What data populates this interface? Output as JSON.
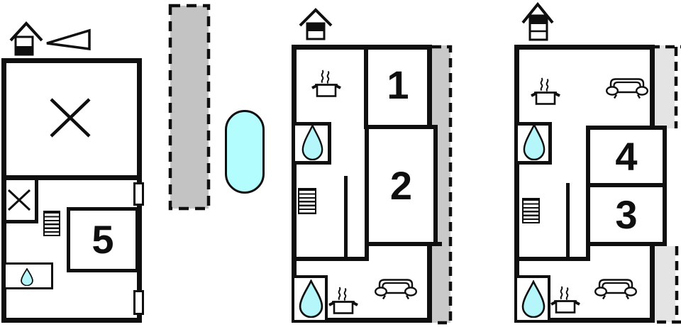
{
  "page": {
    "kind": "vacation-home-floor-plans",
    "plan_count": 3
  },
  "rooms": {
    "r1": "1",
    "r2": "2",
    "r3": "3",
    "r4": "4",
    "r5": "5"
  },
  "colors": {
    "wall": "#0f0f0f",
    "paper": "#ffffff",
    "pool_fill": "#b4fdff",
    "drop_fill": "#b4f6fa",
    "strip_left": "#c3c3c3",
    "strip_middle": "#c9c9c9",
    "strip_right": "#e4e4e4"
  },
  "icons": {
    "house_left": "house-storey-indicator-lower",
    "house_middle": "house-storey-indicator-upper-of-2",
    "house_right": "house-storey-indicator-upper-of-3",
    "triangle": "direction-triangle",
    "terrace_cross": "terrace-x-mark",
    "stairs": "staircase",
    "drop": "water-drop-bathroom",
    "pot": "cooking-pot-kitchen",
    "sofa": "sofa-living-room",
    "pool": "swimming-pool",
    "strip": "terrace-strip-dashed",
    "window": "window-door-marker"
  }
}
